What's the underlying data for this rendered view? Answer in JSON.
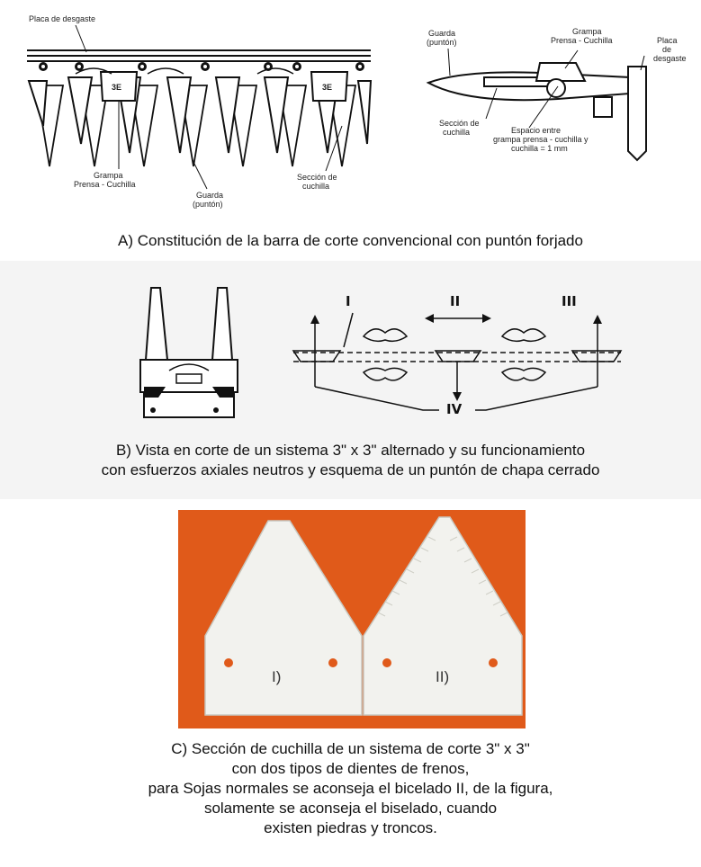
{
  "panel_a": {
    "labels": {
      "placa_desgaste_left": "Placa de desgaste",
      "grampa_left_1": "Grampa",
      "grampa_left_2": "Prensa - Cuchilla",
      "guarda_left_1": "Guarda",
      "guarda_left_2": "(puntón)",
      "seccion_left_1": "Sección de",
      "seccion_left_2": "cuchilla",
      "guarda_right_1": "Guarda",
      "guarda_right_2": "(puntón)",
      "grampa_right_1": "Grampa",
      "grampa_right_2": "Prensa - Cuchilla",
      "placa_right_1": "Placa",
      "placa_right_2": "de",
      "placa_right_3": "desgaste",
      "seccion_right_1": "Sección de",
      "seccion_right_2": "cuchilla",
      "espacio_1": "Espacio entre",
      "espacio_2": "grampa prensa - cuchilla y",
      "espacio_3": "cuchilla = 1 mm",
      "clip_mark": "3E"
    },
    "caption": "A) Constitución de la barra de corte convencional con puntón forjado"
  },
  "panel_b": {
    "markers": {
      "i": "I",
      "ii": "II",
      "iii": "III",
      "iv": "IV"
    },
    "caption_line1": "B) Vista en corte de un sistema 3\" x 3\" alternado y su funcionamiento",
    "caption_line2": "con esfuerzos axiales neutros y esquema de un puntón de chapa cerrado"
  },
  "panel_c": {
    "section_labels": {
      "left": "I)",
      "right": "II)"
    },
    "photo_background": "#e05a1a",
    "blade_color": "#f2f2ee",
    "caption_lines": [
      "C) Sección de cuchilla de un sistema de corte 3\" x 3\"",
      "con dos tipos de dientes de frenos,",
      "para Sojas normales se aconseja el bicelado II, de la figura,",
      "solamente se aconseja el biselado, cuando",
      "existen piedras y troncos."
    ]
  }
}
